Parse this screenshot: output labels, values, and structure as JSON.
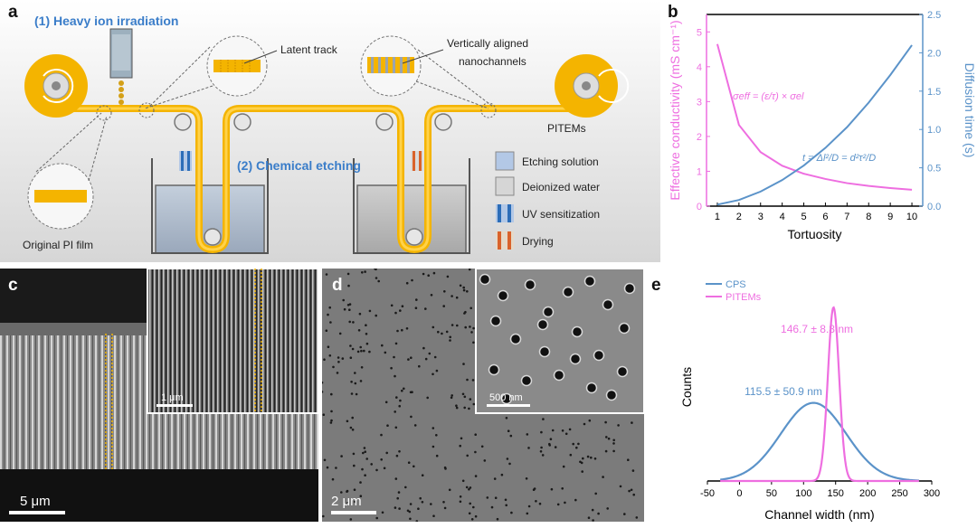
{
  "panels": {
    "a": {
      "label": "a",
      "step1": "(1) Heavy ion irradiation",
      "step2": "(2) Chemical etching",
      "latent_track": "Latent track",
      "nanochannels_line1": "Vertically aligned",
      "nanochannels_line2": "nanochannels",
      "pitems": "PITEMs",
      "original_film": "Original PI film",
      "legend": [
        {
          "label": "Etching solution",
          "color": "#b3c8e6"
        },
        {
          "label": "Deionized water",
          "color": "#d6d6d6"
        },
        {
          "label": "UV sensitization",
          "color": "#3a7bc8"
        },
        {
          "label": "Drying",
          "color": "#e0763a"
        }
      ]
    },
    "b": {
      "label": "b"
    },
    "c": {
      "label": "c",
      "inset_scale": "1 μm",
      "scale": "5 μm"
    },
    "d": {
      "label": "d",
      "inset_scale": "500 nm",
      "scale": "2 μm"
    },
    "e": {
      "label": "e"
    }
  },
  "chart_data": [
    {
      "panel": "b",
      "type": "line",
      "xlabel": "Tortuosity",
      "ylabel_left": "Effective conductivity (mS cm⁻¹)",
      "ylabel_right": "Diffusion time (s)",
      "xlim": [
        0.5,
        10.5
      ],
      "ylim_left": [
        0,
        5.5
      ],
      "ylim_right": [
        0,
        2.5
      ],
      "x_ticks": [
        "1",
        "2",
        "3",
        "4",
        "5",
        "6",
        "7",
        "8",
        "9",
        "10"
      ],
      "y_left_ticks": [
        "0",
        "1",
        "2",
        "3",
        "4",
        "5"
      ],
      "y_right_ticks": [
        "0.0",
        "0.5",
        "1.0",
        "1.5",
        "2.0",
        "2.5"
      ],
      "series": [
        {
          "axis": "left",
          "color": "#ee6ee0",
          "x": [
            1,
            2,
            3,
            4,
            5,
            6,
            7,
            8,
            9,
            10
          ],
          "values": [
            4.65,
            2.33,
            1.55,
            1.16,
            0.93,
            0.78,
            0.66,
            0.58,
            0.52,
            0.47
          ]
        },
        {
          "axis": "right",
          "color": "#5b93c9",
          "x": [
            1,
            2,
            3,
            4,
            5,
            6,
            7,
            8,
            9,
            10
          ],
          "values": [
            0.02,
            0.08,
            0.19,
            0.34,
            0.53,
            0.76,
            1.03,
            1.35,
            1.71,
            2.1
          ]
        }
      ],
      "annotations": [
        {
          "text": "σeff = (ε/τ) × σel",
          "color": "#ee6ee0"
        },
        {
          "text": "t = Δl²/D = d²τ²/D",
          "color": "#5b93c9"
        }
      ]
    },
    {
      "panel": "e",
      "type": "line",
      "xlabel": "Channel width (nm)",
      "ylabel": "Counts",
      "xlim": [
        -50,
        300
      ],
      "x_ticks": [
        "-50",
        "0",
        "50",
        "100",
        "150",
        "200",
        "250",
        "300"
      ],
      "series": [
        {
          "name": "CPS",
          "color": "#5b93c9",
          "mean": 115.5,
          "sd": 50.9,
          "peak": 0.45
        },
        {
          "name": "PITEMs",
          "color": "#ee6ee0",
          "mean": 146.7,
          "sd": 8.8,
          "peak": 1.0
        }
      ],
      "annotations": [
        {
          "text": "146.7 ± 8.8 nm",
          "color": "#ee6ee0"
        },
        {
          "text": "115.5 ± 50.9 nm",
          "color": "#5b93c9"
        }
      ]
    }
  ]
}
